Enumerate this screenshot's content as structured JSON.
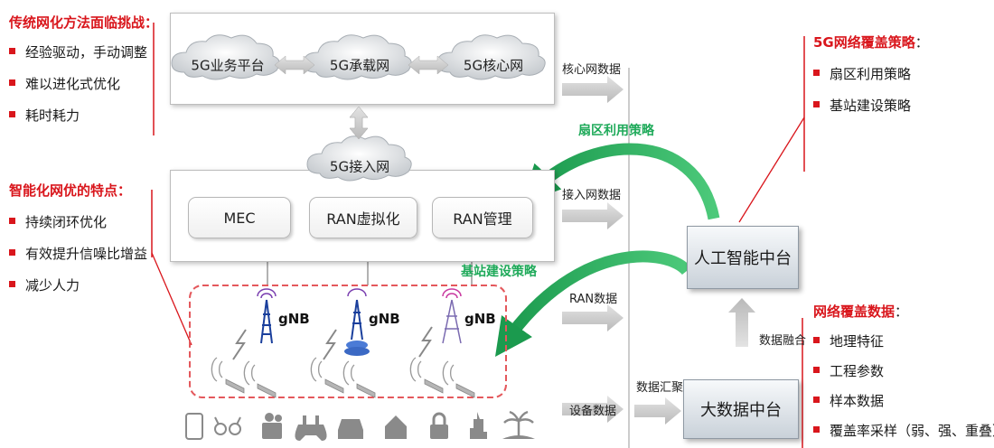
{
  "left_top": {
    "title": "传统网化方法面临挑战：",
    "items": [
      "经验驱动，手动调整",
      "难以进化式优化",
      "耗时耗力"
    ]
  },
  "left_mid": {
    "title": "智能化网优的特点：",
    "items": [
      "持续闭环优化",
      "有效提升信噪比增益",
      "减少人力"
    ]
  },
  "core": {
    "clouds": [
      "5G业务平台",
      "5G承载网",
      "5G核心网"
    ]
  },
  "access": {
    "cloud": "5G接入网",
    "boxes": [
      "MEC",
      "RAN虚拟化",
      "RAN管理"
    ]
  },
  "gnb_label": "gNB",
  "flows": {
    "core_data": "核心网数据",
    "access_data": "接入网数据",
    "ran_data": "RAN数据",
    "device_data": "设备数据",
    "data_aggregation": "数据汇聚",
    "data_fusion": "数据融合"
  },
  "strategies": {
    "sector": "扇区利用策略",
    "station": "基站建设策略"
  },
  "ai_center": "人工智能中台",
  "bigdata_center": "大数据中台",
  "right_top": {
    "title": "5G网络覆盖策略",
    "colon": "：",
    "items": [
      "扇区利用策略",
      "基站建设策略"
    ]
  },
  "right_bottom": {
    "title": "网络覆盖数据",
    "colon": "：",
    "items": [
      "地理特征",
      "工程参数",
      "样本数据",
      "覆盖率采样（弱、强、重叠）"
    ]
  },
  "devices": [
    "phone-icon",
    "glasses-icon",
    "camera-icon",
    "gamepad-icon",
    "car-icon",
    "house-icon",
    "lock-icon",
    "city-icon",
    "island-icon"
  ],
  "colors": {
    "accent_red": "#d9161c",
    "strategy_green": "#1faa5a",
    "arrow_gray": "#c8c8c8"
  }
}
